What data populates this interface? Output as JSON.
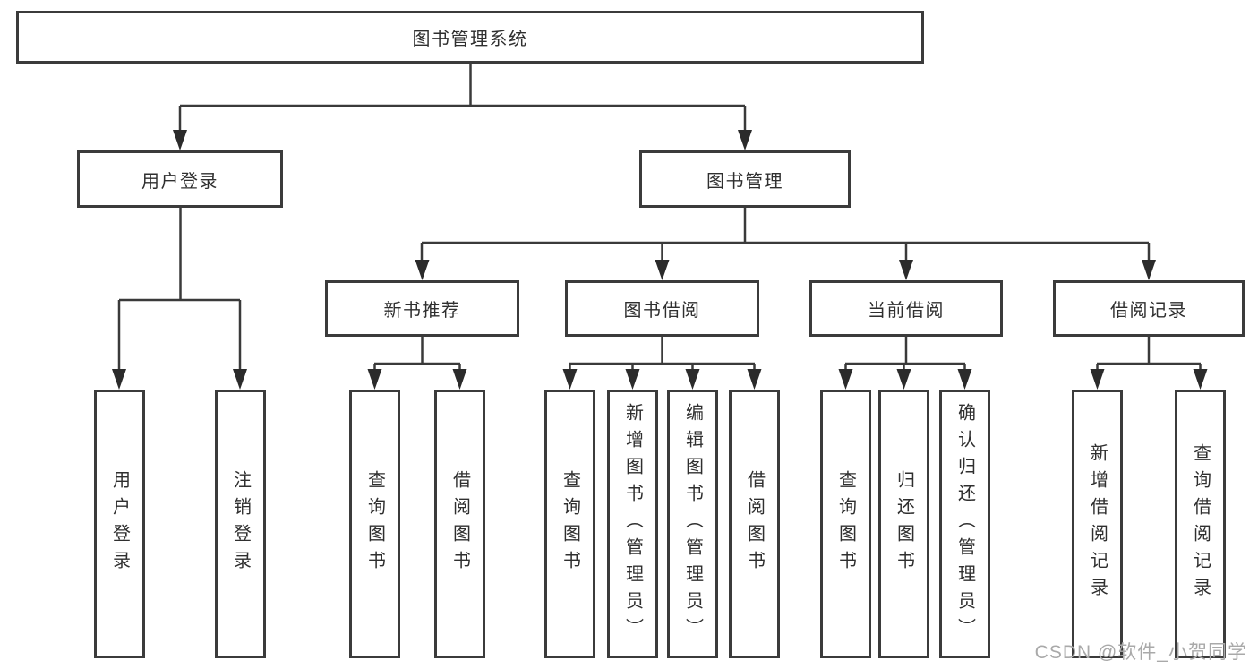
{
  "diagram": {
    "root": {
      "label": "图书管理系统"
    },
    "branches": [
      {
        "label": "用户登录",
        "children": [
          {
            "label": "用户登录"
          },
          {
            "label": "注销登录"
          }
        ]
      },
      {
        "label": "图书管理",
        "children": [
          {
            "label": "新书推荐",
            "children": [
              {
                "label": "查询图书"
              },
              {
                "label": "借阅图书"
              }
            ]
          },
          {
            "label": "图书借阅",
            "children": [
              {
                "label": "查询图书"
              },
              {
                "label": "新增图书（管理员）"
              },
              {
                "label": "编辑图书（管理员）"
              },
              {
                "label": "借阅图书"
              }
            ]
          },
          {
            "label": "当前借阅",
            "children": [
              {
                "label": "查询图书"
              },
              {
                "label": "归还图书"
              },
              {
                "label": "确认归还（管理员）"
              }
            ]
          },
          {
            "label": "借阅记录",
            "children": [
              {
                "label": "新增借阅记录"
              },
              {
                "label": "查询借阅记录"
              }
            ]
          }
        ]
      }
    ]
  },
  "watermark": {
    "text": "CSDN @软件_小贺同学"
  },
  "colors": {
    "line": "#3a3a3a",
    "arrow": "#2b2b2b",
    "text": "#2f2f2f",
    "watermark": "#a9a9a9",
    "background": "#ffffff"
  }
}
